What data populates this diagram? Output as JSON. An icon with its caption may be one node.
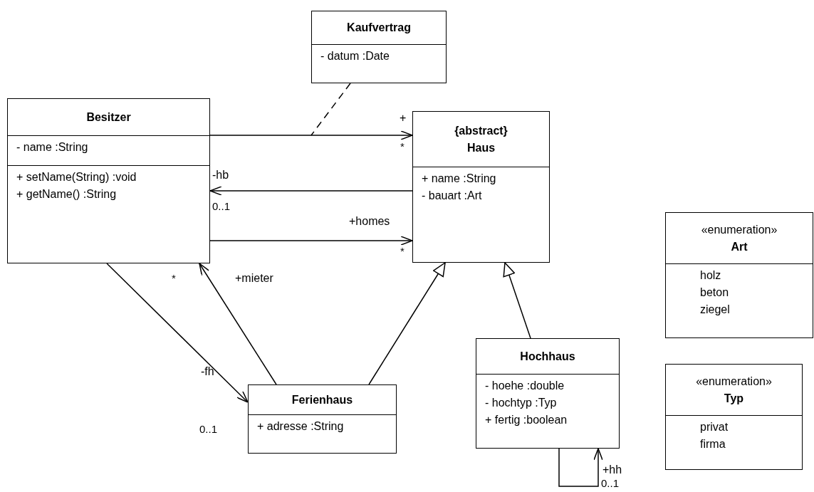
{
  "diagram": {
    "nodes": [
      {
        "text": [
          "Kaufvertrag",
          "- datum :Date"
        ]
      },
      {
        "text": [
          "Besitzer",
          "- name :String",
          "+ setName(String) :void",
          "+ getName() :String"
        ]
      },
      {
        "text": [
          "{abstract}",
          "Haus",
          "+ name :String",
          "- bauart :Art"
        ]
      },
      {
        "text": [
          "Ferienhaus",
          "+ adresse :String"
        ]
      },
      {
        "text": [
          "Hochhaus",
          "- hoehe :double",
          "- hochtyp :Typ",
          "+ fertig :boolean"
        ]
      },
      {
        "text": [
          "«enumeration»",
          "Art",
          "holz",
          "beton",
          "ziegel"
        ]
      },
      {
        "text": [
          "«enumeration»",
          "Typ",
          "privat",
          "firma"
        ]
      }
    ],
    "edges": [
      {
        "from": 1,
        "to": 2,
        "arrow": "to",
        "label": "+"
      },
      {
        "from": 2,
        "to": 1,
        "arrow": "to",
        "label": "-hb"
      },
      {
        "from": 1,
        "to": 2,
        "arrow": "to",
        "label": "+homes"
      },
      {
        "from": 1,
        "to": 3,
        "arrow": "to",
        "label": "-fh"
      },
      {
        "from": 3,
        "to": 1,
        "arrow": "to",
        "label": "+mieter"
      },
      {
        "from": 3,
        "to": 2,
        "arrow": "to"
      },
      {
        "from": 4,
        "to": 2,
        "arrow": "to"
      },
      {
        "from": 4,
        "to": 4,
        "arrow": "to",
        "label": "+hh"
      },
      {
        "from": 0,
        "to": null,
        "arrow": "none",
        "style": "dashed"
      }
    ],
    "labels": [
      "*",
      "0..1",
      "*",
      "*",
      "0..1",
      "0..1"
    ]
  }
}
